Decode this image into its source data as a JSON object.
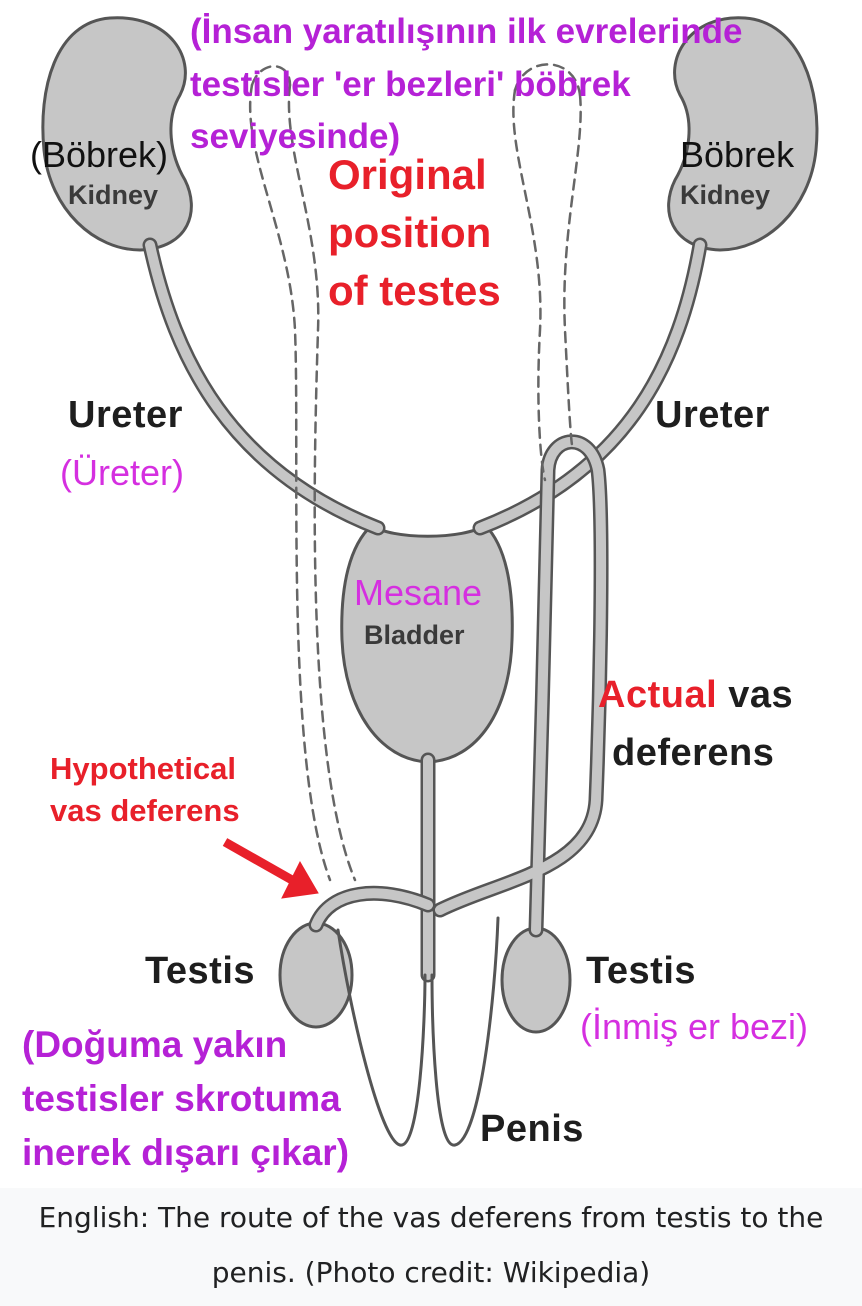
{
  "diagram": {
    "overlay_top_note": [
      "(İnsan yaratılışının ilk evrelerinde",
      "testisler 'er bezleri' böbrek",
      "seviyesinde)"
    ],
    "kidney_left": {
      "tr": "(Böbrek)",
      "en": "Kidney"
    },
    "kidney_right": {
      "tr": "Böbrek",
      "en": "Kidney"
    },
    "original_position": [
      "Original",
      "position",
      "of testes"
    ],
    "ureter_left": {
      "en": "Ureter",
      "tr": "(Üreter)"
    },
    "ureter_right": {
      "en": "Ureter"
    },
    "bladder": {
      "tr": "Mesane",
      "en": "Bladder"
    },
    "actual_vas": {
      "red": "Actual",
      "black_1": "vas",
      "black_2": "deferens"
    },
    "hypothetical_vas": [
      "Hypothetical",
      "vas deferens"
    ],
    "testis_left": "Testis",
    "testis_right": {
      "en": "Testis",
      "tr": "(İnmiş er bezi)"
    },
    "bottom_note": [
      "(Doğuma yakın",
      "testisler skrotuma",
      "inerek dışarı çıkar)"
    ],
    "penis": "Penis"
  },
  "caption": {
    "line1": "English: The route of the vas deferens from testis to the",
    "line2": "penis. (Photo credit: Wikipedia)"
  },
  "colors": {
    "organ_fill": "#c6c6c6",
    "organ_stroke": "#555555",
    "red": "#e8202a",
    "magenta": "#d52fe0",
    "purple": "#b521d6"
  }
}
